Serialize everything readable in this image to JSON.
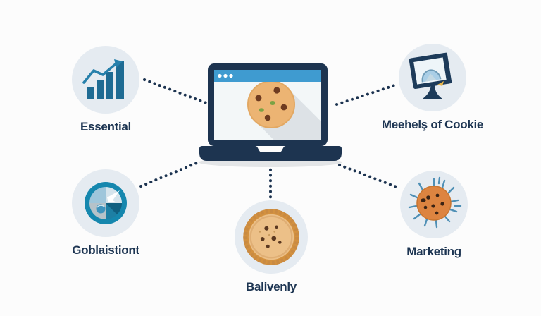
{
  "diagram": {
    "title": "",
    "center": {
      "icon": "laptop-browser-cookie",
      "browser_dots": 3
    },
    "nodes": [
      {
        "id": "essential",
        "label": "Essential",
        "icon": "bar-chart-icon",
        "position": "top-left"
      },
      {
        "id": "methods",
        "label": "Meehelş of Cookie",
        "icon": "monitor-photo-icon",
        "position": "top-right"
      },
      {
        "id": "functional",
        "label": "Goblaistiont",
        "icon": "globe-pie-icon",
        "position": "bottom-left"
      },
      {
        "id": "delivery",
        "label": "Balivenly",
        "icon": "cookie-photo-icon",
        "position": "bottom-center"
      },
      {
        "id": "marketing",
        "label": "Marketing",
        "icon": "cookie-burst-icon",
        "position": "bottom-right"
      }
    ],
    "connectors": [
      {
        "from": "laptop",
        "to": "essential"
      },
      {
        "from": "laptop",
        "to": "methods"
      },
      {
        "from": "laptop",
        "to": "functional"
      },
      {
        "from": "laptop",
        "to": "delivery"
      },
      {
        "from": "laptop",
        "to": "marketing"
      }
    ]
  },
  "colors": {
    "background": "#fcfcfc",
    "navy": "#1d3450",
    "label_text": "#1d3552",
    "connector_dots": "#1c3350",
    "node_circle_bg": "#e5ebf1",
    "browser_bar_blue": "#3f9bd0",
    "chart_teal": "#1e6b93",
    "cookie_tan": "#ecb473",
    "chip_brown": "#6e3b20",
    "marketing_orange": "#dd8440",
    "ray_blue": "#4e8fb5",
    "shadow_gray": "#e0e3e6"
  }
}
